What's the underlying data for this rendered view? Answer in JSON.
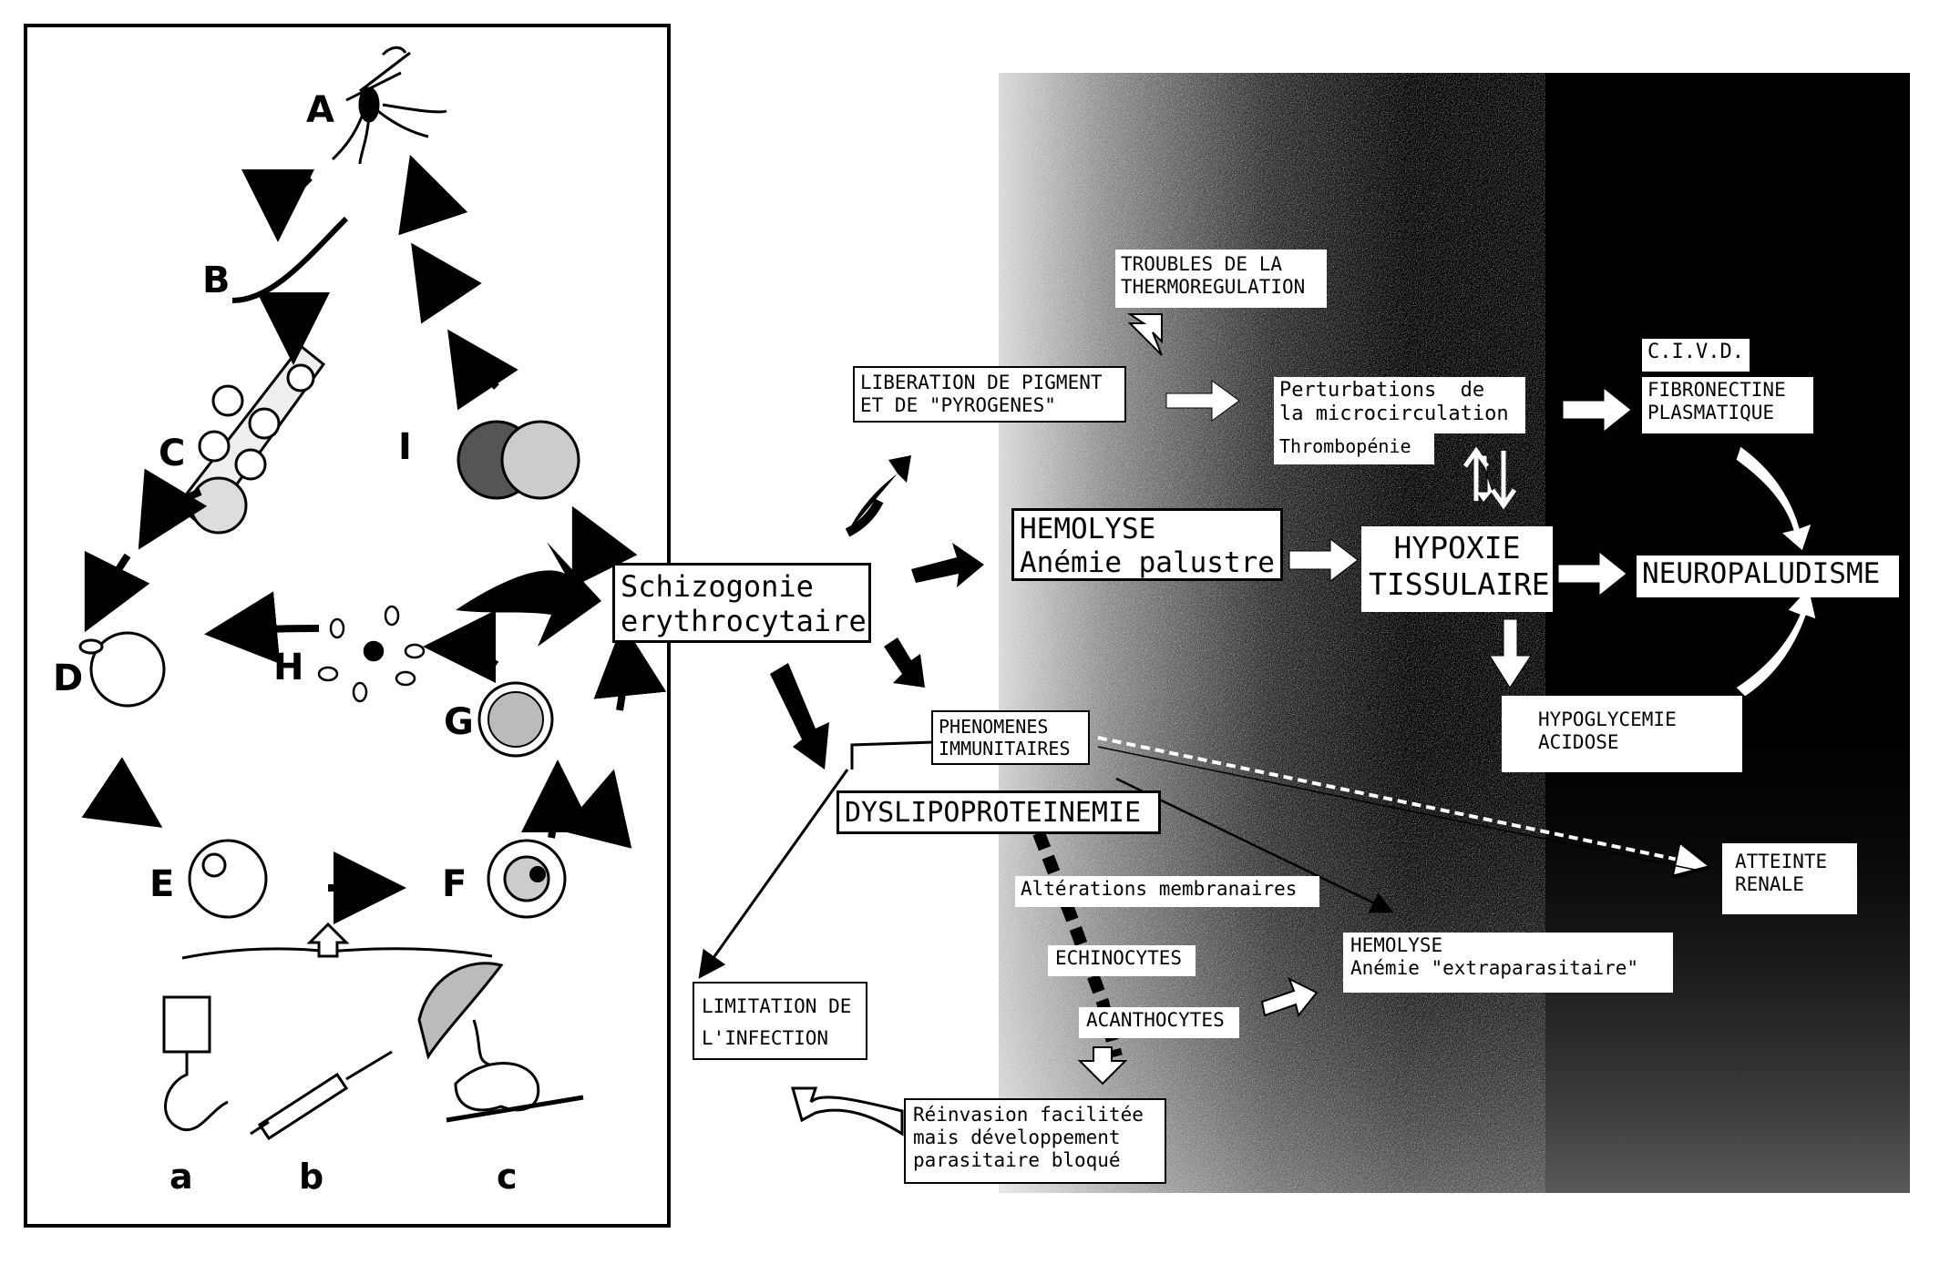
{
  "cycle_panel": {
    "letters": [
      "A",
      "B",
      "C",
      "D",
      "E",
      "F",
      "G",
      "H",
      "I"
    ],
    "routes": [
      "a",
      "b",
      "c"
    ]
  },
  "center": {
    "schizogonie": "Schizogonie\nerythrocytaire",
    "liberation": "LIBERATION DE PIGMENT\nET DE \"PYROGENES\"",
    "phenomenes": "PHENOMENES\nIMMUNITAIRES",
    "dyslipo": "DYSLIPOPROTEINEMIE",
    "limitation": "LIMITATION DE\nL'INFECTION",
    "reinvasion": "Réinvasion facilitée\nmais développement\nparasitaire bloqué"
  },
  "right": {
    "troubles": "TROUBLES DE LA\nTHERMOREGULATION",
    "perturbations": "Perturbations  de\nla microcirculation",
    "thrombopenie": "Thrombopénie",
    "civd": "C.I.V.D.",
    "fibronectine": "FIBRONECTINE\nPLASMATIQUE",
    "hemolyse1": "HEMOLYSE\nAnémie palustre",
    "hypoxie": "HYPOXIE\nTISSULAIRE",
    "neuro": "NEUROPALUDISME",
    "hypoglycemie": "HYPOGLYCEMIE\nACIDOSE",
    "atteinte": "ATTEINTE\nRENALE",
    "alterations": "Altérations membranaires",
    "echinocytes": "ECHINOCYTES",
    "acanthocytes": "ACANTHOCYTES",
    "hemolyse2": "HEMOLYSE\nAnémie \"extraparasitaire\""
  }
}
